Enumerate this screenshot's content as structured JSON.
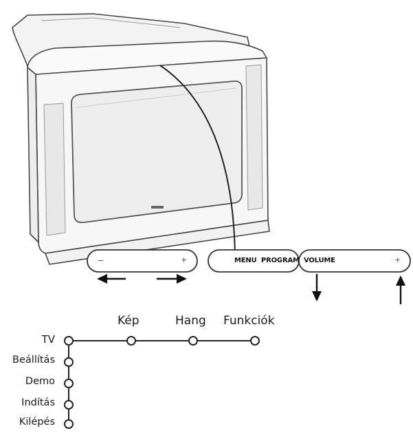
{
  "controls": {
    "left_slider": {
      "minus": "−",
      "plus": "+"
    },
    "menu_button": "MENU",
    "program_button": "PROGRAM",
    "volume_slider": {
      "label": "VOLUME",
      "plus": "+"
    }
  },
  "menu": {
    "top_items": [
      "Kép",
      "Hang",
      "Funkciók"
    ],
    "side_items": [
      "TV",
      "Beállítás",
      "Demo",
      "Indítás",
      "Kilépés"
    ]
  }
}
